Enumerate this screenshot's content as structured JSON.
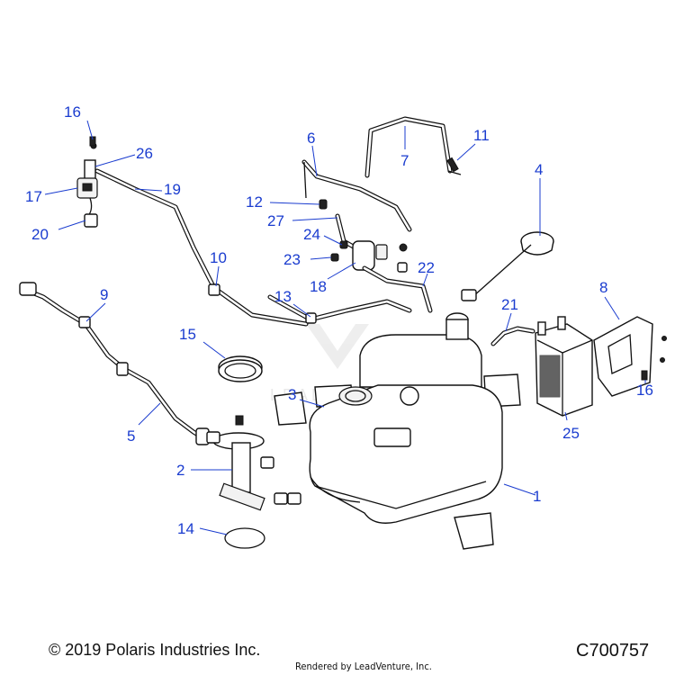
{
  "callouts": [
    {
      "id": "1",
      "label": "1"
    },
    {
      "id": "2",
      "label": "2"
    },
    {
      "id": "3",
      "label": "3"
    },
    {
      "id": "4",
      "label": "4"
    },
    {
      "id": "5",
      "label": "5"
    },
    {
      "id": "6",
      "label": "6"
    },
    {
      "id": "7",
      "label": "7"
    },
    {
      "id": "8",
      "label": "8"
    },
    {
      "id": "9",
      "label": "9"
    },
    {
      "id": "10",
      "label": "10"
    },
    {
      "id": "11",
      "label": "11"
    },
    {
      "id": "12",
      "label": "12"
    },
    {
      "id": "13",
      "label": "13"
    },
    {
      "id": "14",
      "label": "14"
    },
    {
      "id": "15",
      "label": "15"
    },
    {
      "id": "16a",
      "label": "16"
    },
    {
      "id": "16b",
      "label": "16"
    },
    {
      "id": "17",
      "label": "17"
    },
    {
      "id": "18",
      "label": "18"
    },
    {
      "id": "19",
      "label": "19"
    },
    {
      "id": "20",
      "label": "20"
    },
    {
      "id": "21",
      "label": "21"
    },
    {
      "id": "22",
      "label": "22"
    },
    {
      "id": "23",
      "label": "23"
    },
    {
      "id": "24",
      "label": "24"
    },
    {
      "id": "25",
      "label": "25"
    },
    {
      "id": "26",
      "label": "26"
    },
    {
      "id": "27",
      "label": "27"
    }
  ],
  "watermark": "LEADVENTURE",
  "footer": {
    "copyright": "© 2019 Polaris Industries Inc.",
    "rendered_by": "Rendered by LeadVenture, Inc.",
    "diagram_code": "C700757"
  },
  "colors": {
    "callout": "#1a3ccf",
    "line": "#111111"
  }
}
